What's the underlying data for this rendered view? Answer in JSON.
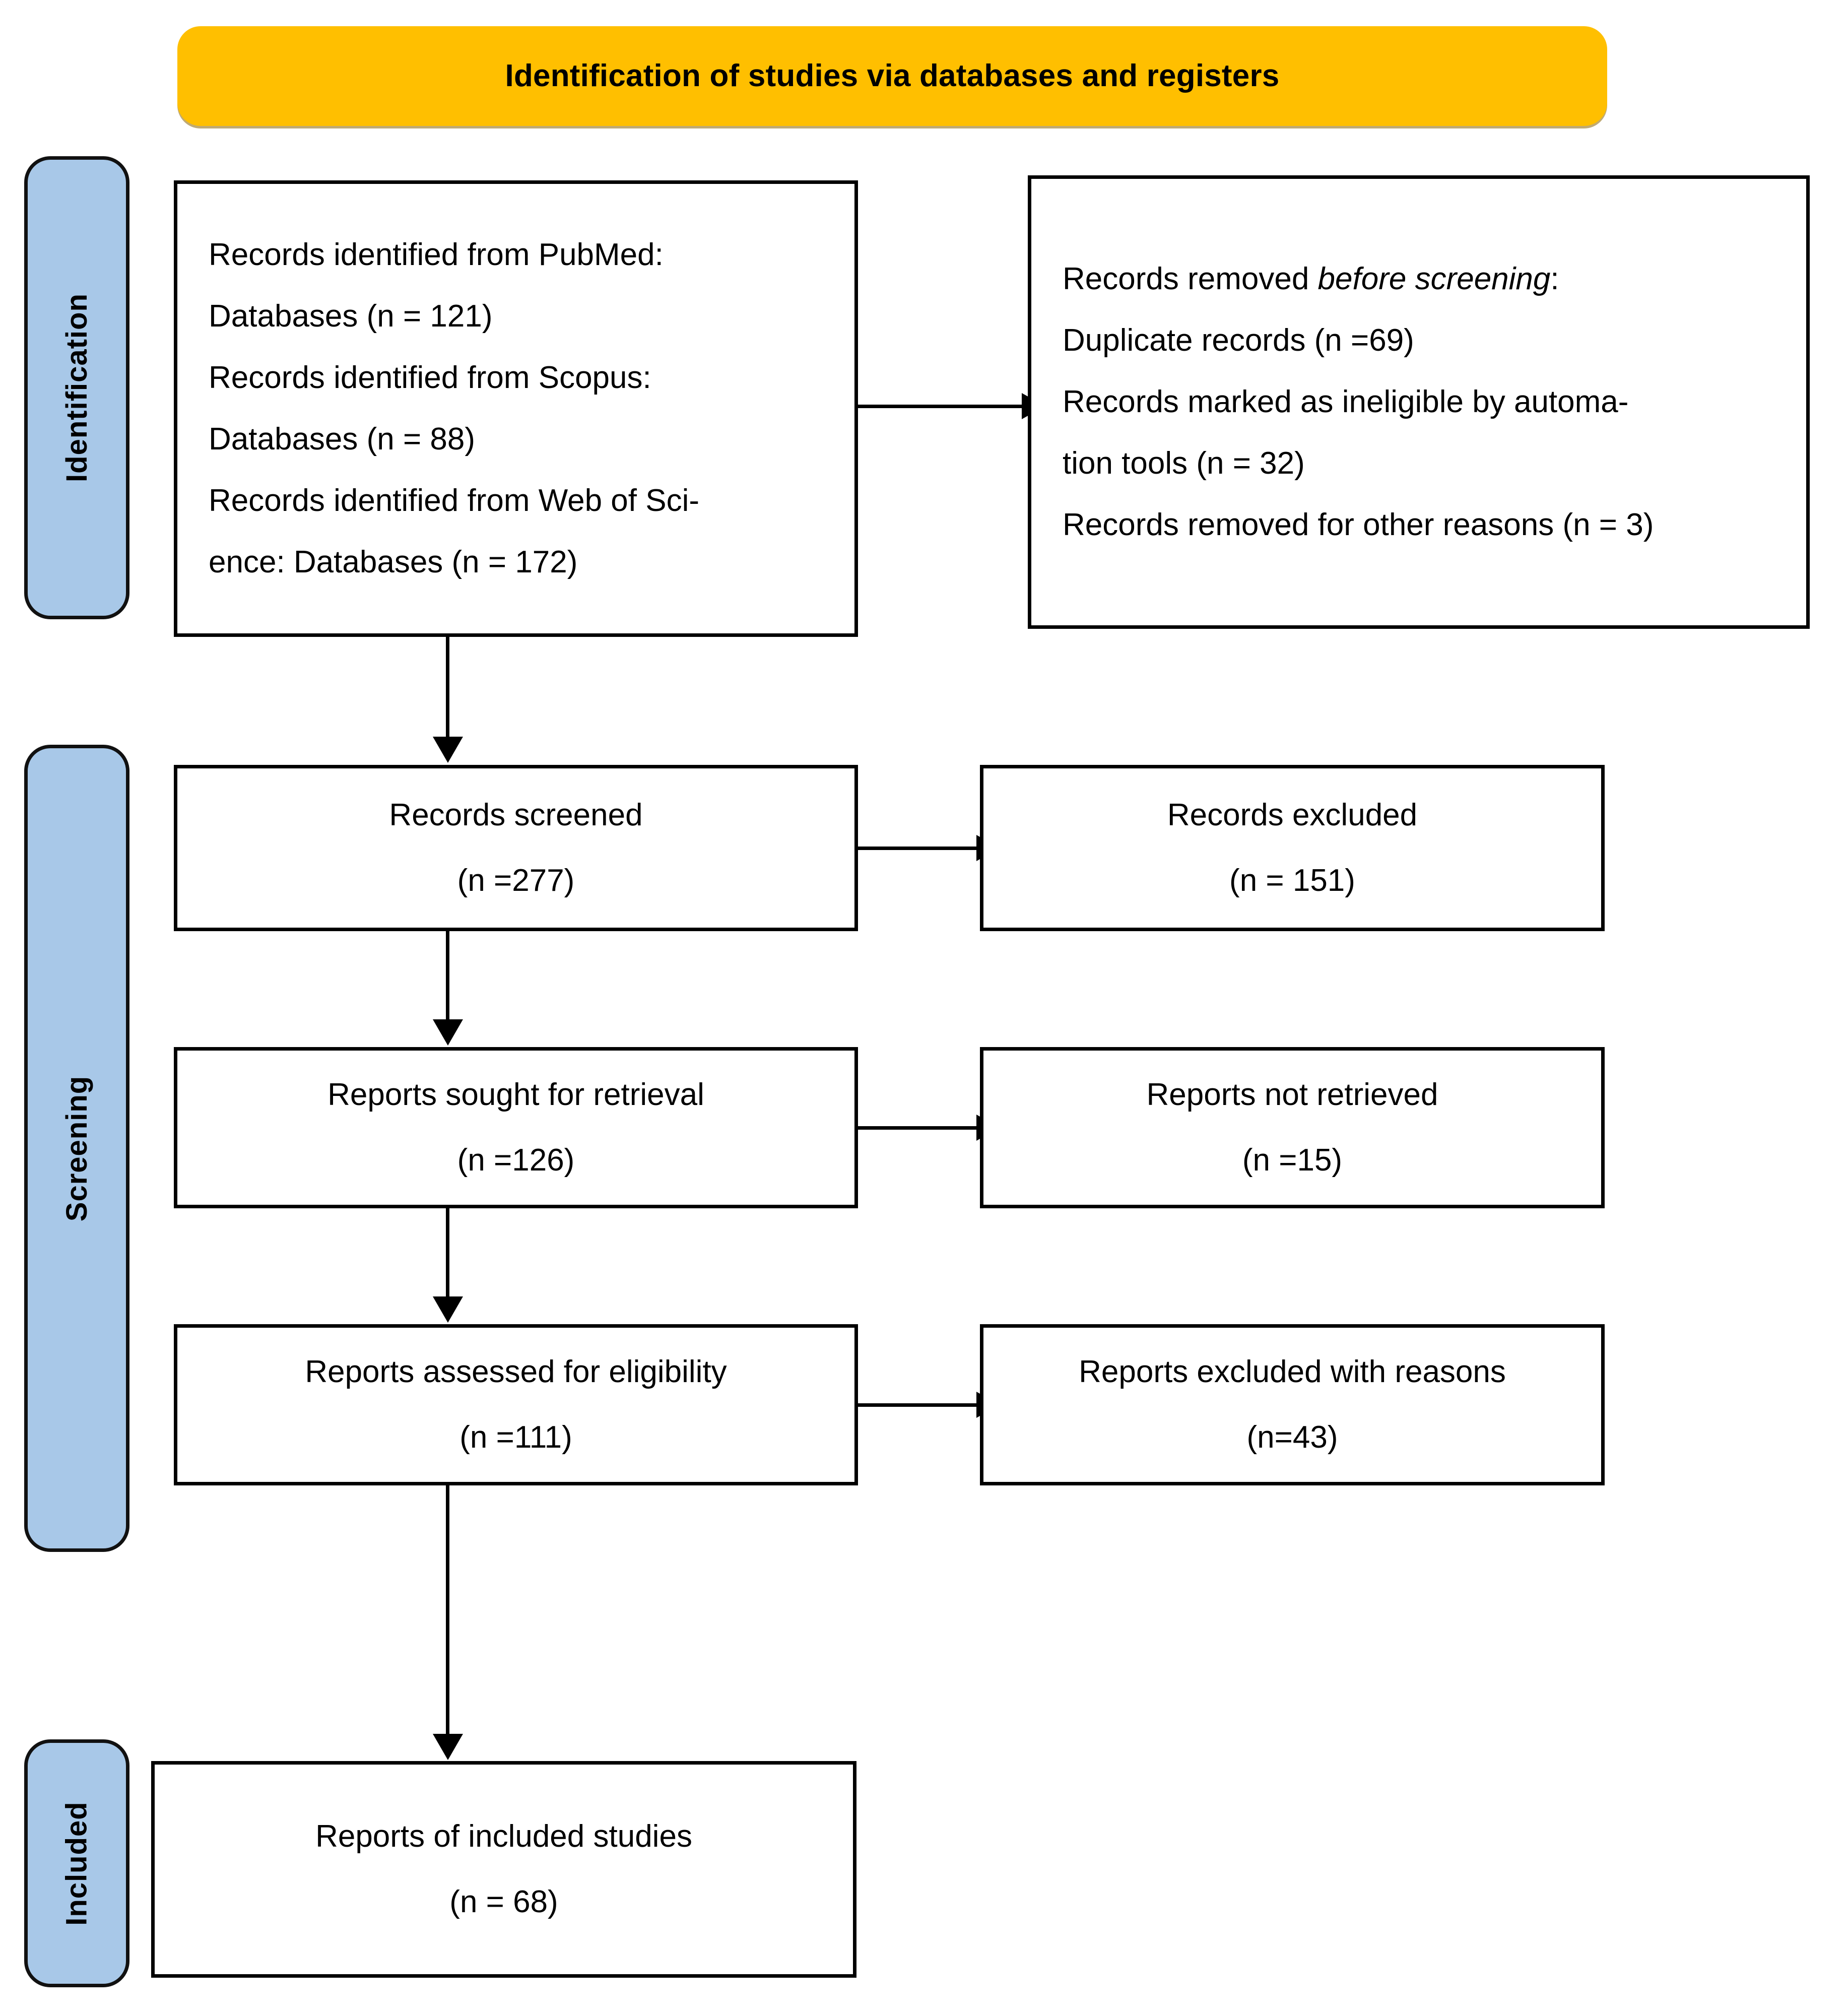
{
  "diagram": {
    "type": "prisma-flow-diagram",
    "banner": {
      "title": "Identification of studies via databases and registers",
      "color": "#FFBF00"
    },
    "stages": [
      {
        "key": "identification",
        "label": "Identification",
        "color": "#A8C8E8"
      },
      {
        "key": "screening",
        "label": "Screening",
        "color": "#A8C8E8"
      },
      {
        "key": "included",
        "label": "Included",
        "color": "#A8C8E8"
      }
    ],
    "boxes": {
      "records_identified": {
        "lines": [
          "Records identified from PubMed:",
          "Databases (n = 121)",
          "Records identified from Scopus:",
          "Databases (n = 88)",
          "Records identified from Web of Sci-",
          "ence: Databases (n = 172)"
        ]
      },
      "records_removed": {
        "line1_a": "Records removed ",
        "line1_em": "before screening",
        "line1_b": ":",
        "lines": [
          "Duplicate records (n =69)",
          "Records marked as ineligible by automa-",
          "tion tools (n = 32)",
          "Records removed for other reasons (n = 3)"
        ]
      },
      "records_screened": {
        "label": "Records screened",
        "count": "(n =277)"
      },
      "records_excluded": {
        "label": "Records excluded",
        "count": "(n = 151)"
      },
      "reports_sought": {
        "label": "Reports sought for retrieval",
        "count": "(n =126)"
      },
      "reports_not_retrieved": {
        "label": "Reports not retrieved",
        "count": "(n =15)"
      },
      "reports_assessed": {
        "label": "Reports assessed for eligibility",
        "count": "(n =111)"
      },
      "reports_excluded_reasons": {
        "label": "Reports excluded with reasons",
        "count": "(n=43)"
      },
      "reports_included": {
        "label": "Reports of included studies",
        "count": "(n = 68)"
      }
    },
    "counts": {
      "pubmed": 121,
      "scopus": 88,
      "web_of_science": 172,
      "duplicates": 69,
      "ineligible_automation": 32,
      "other_removed": 3,
      "screened": 277,
      "excluded": 151,
      "sought": 126,
      "not_retrieved": 15,
      "assessed": 111,
      "excluded_with_reasons": 43,
      "included": 68
    }
  }
}
